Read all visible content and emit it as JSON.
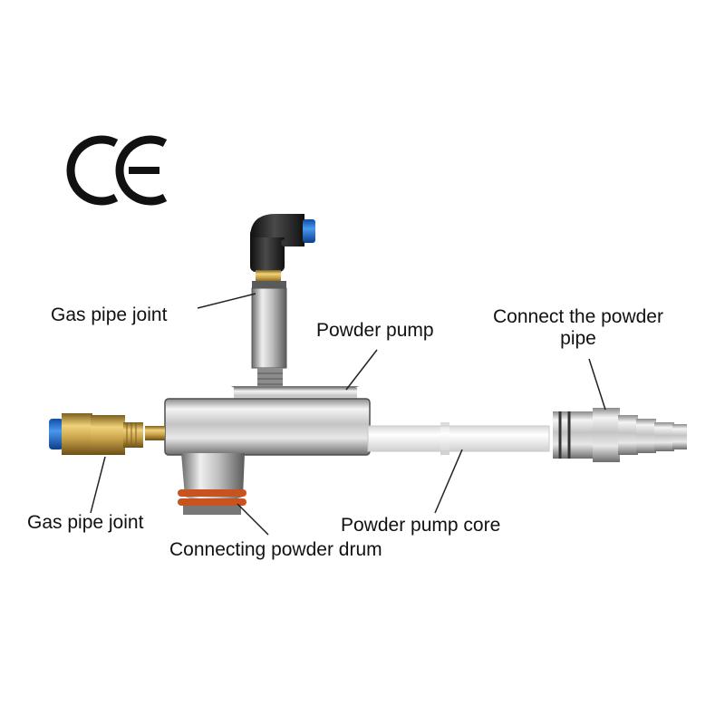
{
  "logo": {
    "text": "CE",
    "name": "ce-mark"
  },
  "labels": {
    "gas_pipe_joint_top": "Gas pipe joint",
    "powder_pump": "Powder pump",
    "connect_powder_pipe_line1": "Connect the powder",
    "connect_powder_pipe_line2": "pipe",
    "gas_pipe_joint_left": "Gas pipe joint",
    "powder_pump_core": "Powder pump core",
    "connecting_powder_drum": "Connecting powder drum"
  },
  "colors": {
    "background": "#ffffff",
    "text": "#111111",
    "leader_line": "#222222",
    "steel_light": "#f2f2f2",
    "steel_mid": "#b9b9b9",
    "steel_dark": "#5e5e5e",
    "brass": "#c9a24a",
    "fitting_blue": "#1f6fd6",
    "fitting_black": "#1c1c1c",
    "o_ring": "#c9531f",
    "pump_core": "#f3f3f3"
  }
}
